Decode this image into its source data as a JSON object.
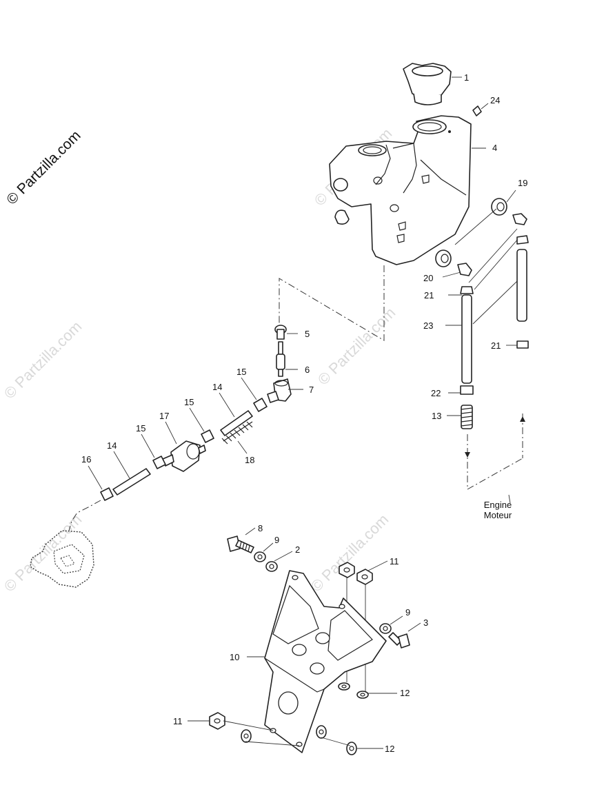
{
  "copyright": "© Partzilla.com",
  "watermark": "© Partzilla.com",
  "engine_label": [
    "Engine",
    "Moteur"
  ],
  "callouts": [
    "1",
    "24",
    "4",
    "19",
    "20",
    "21",
    "23",
    "21",
    "22",
    "13",
    "5",
    "6",
    "7",
    "15",
    "14",
    "15",
    "17",
    "15",
    "14",
    "16",
    "18",
    "8",
    "9",
    "2",
    "11",
    "9",
    "3",
    "10",
    "12",
    "11",
    "12"
  ]
}
